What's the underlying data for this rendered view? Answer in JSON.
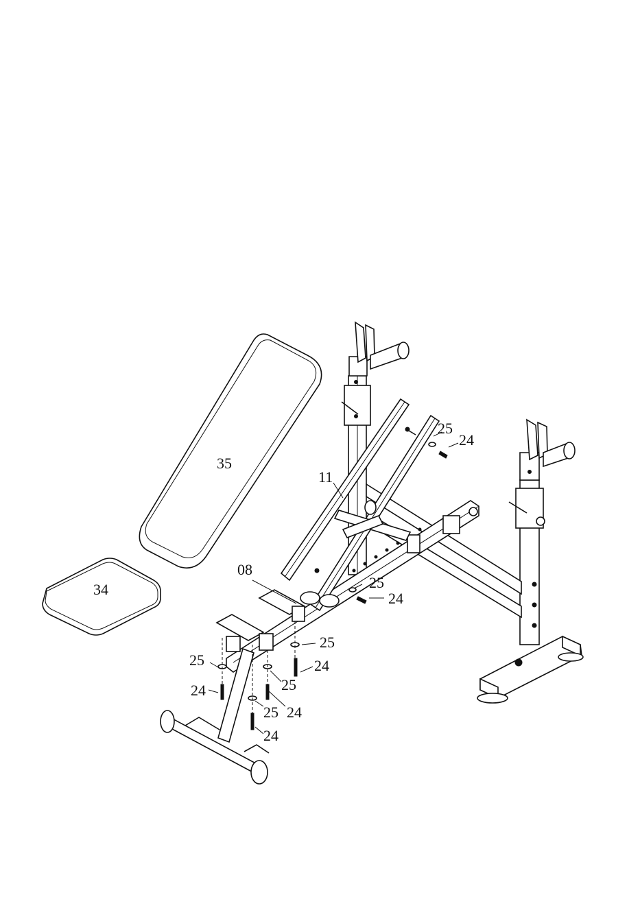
{
  "labels": {
    "seat_pad": "34",
    "back_pad": "35",
    "backrest_frame": "11",
    "seat_bracket": "08",
    "washer_top_right": "25",
    "bolt_top_right": "24",
    "washer_mid_right": "25",
    "bolt_mid_right": "24",
    "washer_lower_right": "25",
    "bolt_lower_right": "24",
    "washer_left": "25",
    "bolt_left": "24",
    "washer_center": "25",
    "washer_center_low": "25",
    "bolt_center_low": "24",
    "bolt_bottom": "24"
  }
}
